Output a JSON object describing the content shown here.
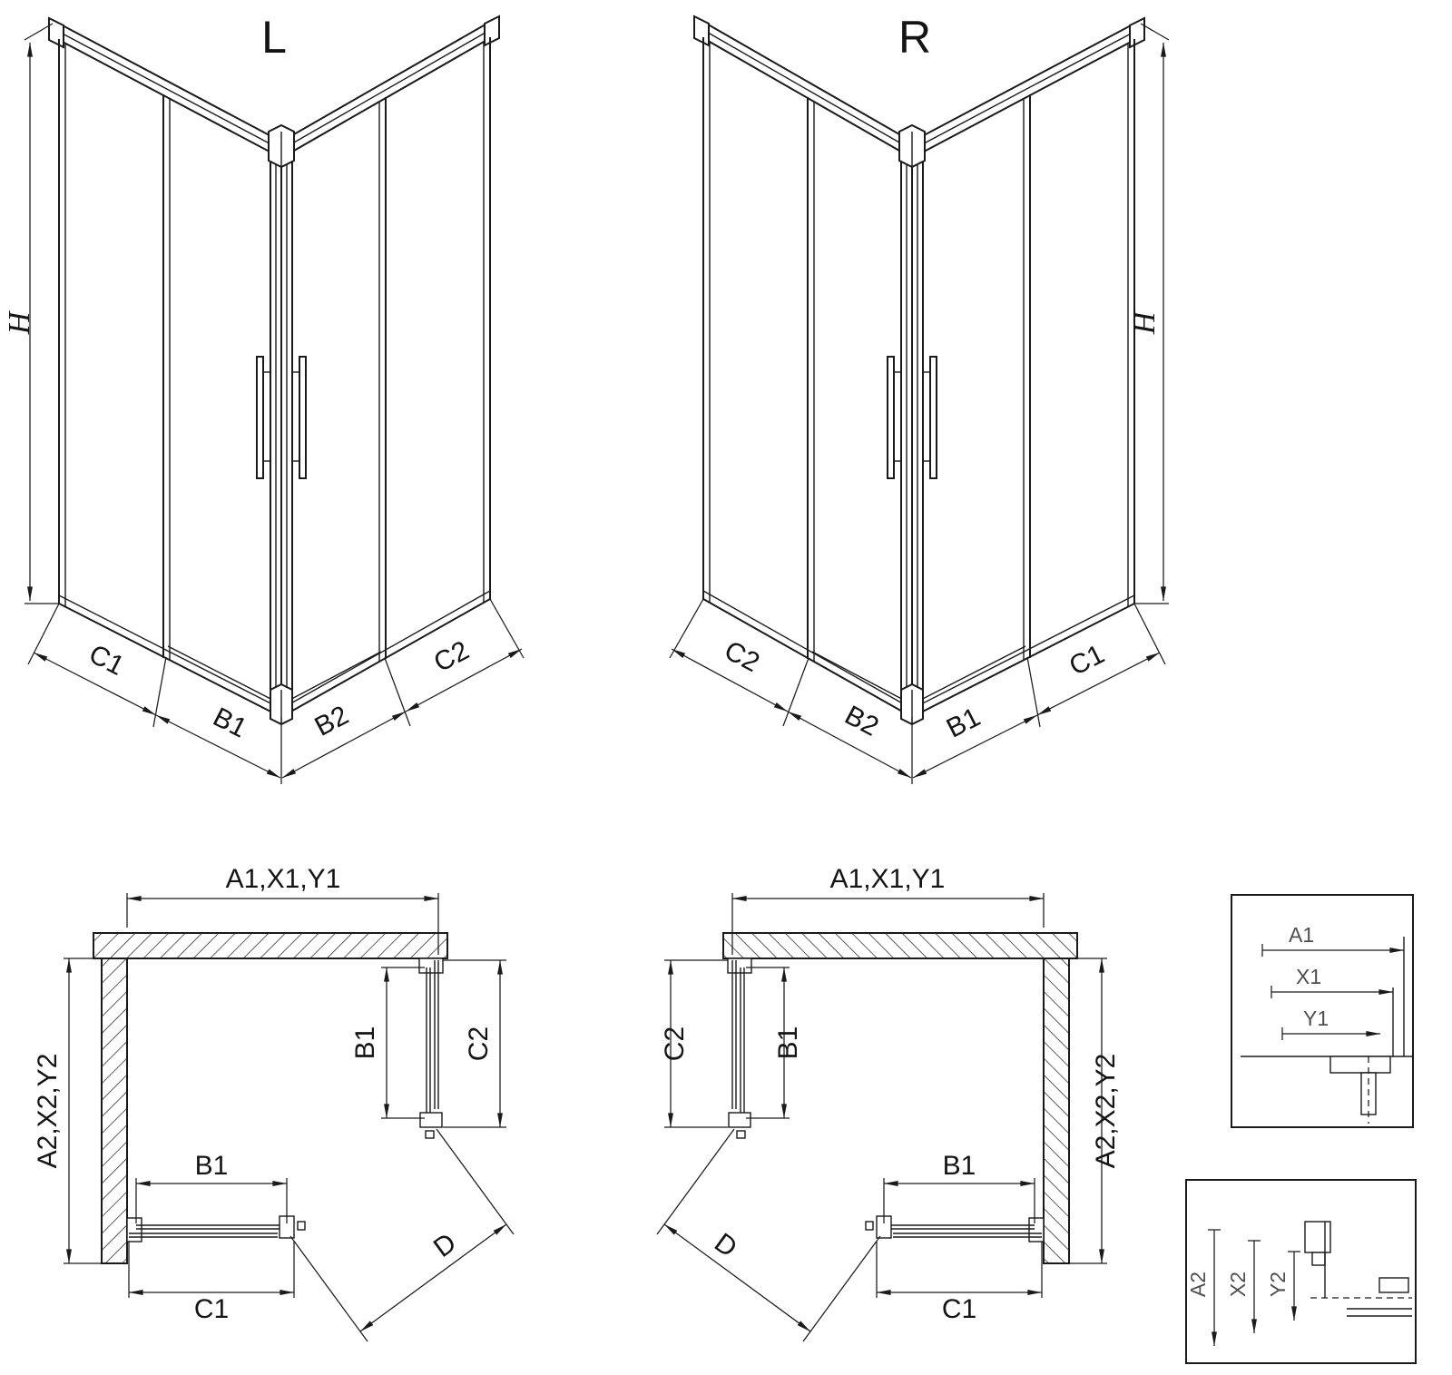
{
  "page": {
    "background": "#ffffff"
  },
  "colors": {
    "line": "#1a1a1a",
    "detail_label": "#4f4f4f"
  },
  "drawing": {
    "iso_left": {
      "view_label": "L",
      "dim_h": "H",
      "dim_c1": "C1",
      "dim_b1": "B1",
      "dim_b2": "B2",
      "dim_c2": "C2"
    },
    "iso_right": {
      "view_label": "R",
      "dim_h": "H",
      "dim_c1": "C1",
      "dim_b1": "B1",
      "dim_b2": "B2",
      "dim_c2": "C2"
    },
    "plan_left": {
      "dim_top": "A1,X1,Y1",
      "dim_side": "A2,X2,Y2",
      "dim_b1_side": "B1",
      "dim_c2": "C2",
      "dim_b1_bottom": "B1",
      "dim_c1": "C1",
      "dim_d": "D"
    },
    "plan_right": {
      "dim_top": "A1,X1,Y1",
      "dim_side": "A2,X2,Y2",
      "dim_b1_side": "B1",
      "dim_c2": "C2",
      "dim_b1_bottom": "B1",
      "dim_c1": "C1",
      "dim_d": "D"
    },
    "detail_width": {
      "dim_a1": "A1",
      "dim_x1": "X1",
      "dim_y1": "Y1"
    },
    "detail_depth": {
      "dim_a2": "A2",
      "dim_x2": "X2",
      "dim_y2": "Y2"
    }
  }
}
